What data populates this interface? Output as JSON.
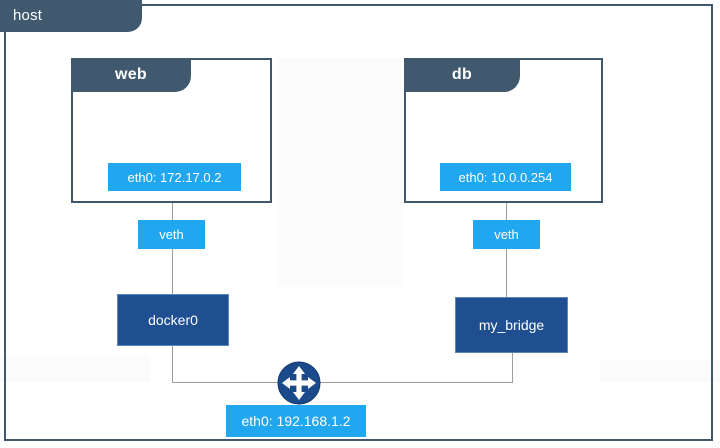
{
  "diagram": {
    "title": "host",
    "host": {
      "label": "host"
    },
    "containers": [
      {
        "name": "web",
        "label": "web",
        "interface": "eth0: 172.17.0.2"
      },
      {
        "name": "db",
        "label": "db",
        "interface": "eth0: 10.0.0.254"
      }
    ],
    "veth_left": {
      "label": "veth"
    },
    "veth_right": {
      "label": "veth"
    },
    "bridges": [
      {
        "name": "docker0",
        "label": "docker0"
      },
      {
        "name": "my_bridge",
        "label": "my_bridge"
      }
    ],
    "host_interface": {
      "label": "eth0: 192.168.1.2"
    },
    "router": {
      "icon": "four-way-arrow-router-icon"
    },
    "colors": {
      "slate": "#41596f",
      "slate_border": "#3f5870",
      "light_blue": "#21a7f0",
      "dark_blue": "#1f4e91",
      "line_gray": "#9b9b9b",
      "white": "#ffffff"
    }
  }
}
